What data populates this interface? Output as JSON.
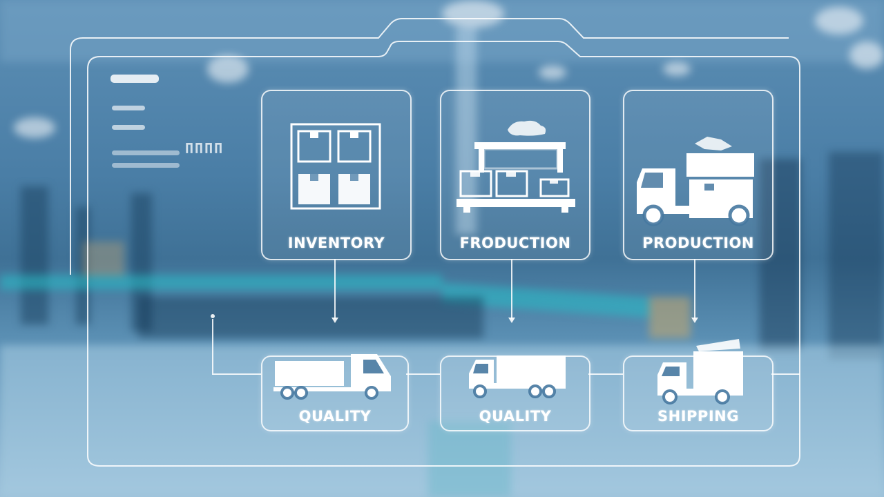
{
  "cards": {
    "inventory": {
      "label": "INVENTORY",
      "icon": "inventory-boxes-icon"
    },
    "production_1": {
      "label": "FRODUCTION",
      "icon": "production-line-icon"
    },
    "production_2": {
      "label": "PRODUCTION",
      "icon": "truck-icon"
    },
    "quality_1": {
      "label": "QUALITY",
      "icon": "truck-icon"
    },
    "quality_2": {
      "label": "QUALITY",
      "icon": "truck-icon"
    },
    "shipping": {
      "label": "SHIPPING",
      "icon": "delivery-truck-icon"
    }
  },
  "sidebar": {
    "glyphs": "ΠΠΠΠ"
  },
  "colors": {
    "line": "#ffffff",
    "background_dark": "#2c5c7d",
    "belt": "#28bec8"
  }
}
